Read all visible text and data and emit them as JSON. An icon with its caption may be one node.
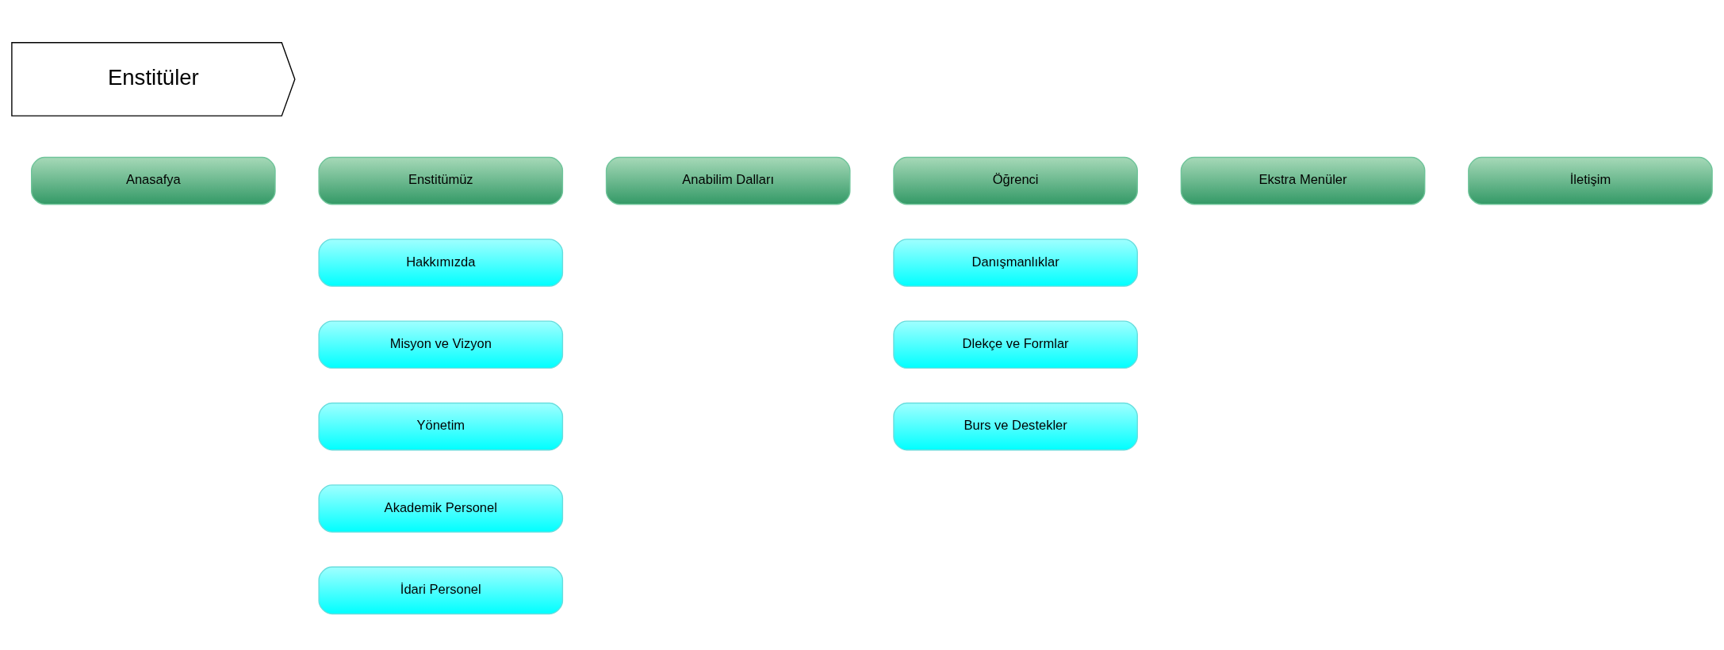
{
  "diagram": {
    "nodes": [
      {
        "text": [
          "Enstitüler"
        ]
      },
      {
        "text": [
          "Anasafya"
        ]
      },
      {
        "text": [
          "Enstitümüz"
        ]
      },
      {
        "text": [
          "Anabilim Dalları"
        ]
      },
      {
        "text": [
          "Öğrenci"
        ]
      },
      {
        "text": [
          "Ekstra Menüler"
        ]
      },
      {
        "text": [
          "İletişim"
        ]
      },
      {
        "text": [
          "Hakkımızda"
        ]
      },
      {
        "text": [
          "Danışmanlıklar"
        ]
      },
      {
        "text": [
          "Misyon ve Vizyon"
        ]
      },
      {
        "text": [
          "Dlekçe ve Formlar"
        ]
      },
      {
        "text": [
          "Yönetim"
        ]
      },
      {
        "text": [
          "Burs ve Destekler"
        ]
      },
      {
        "text": [
          "Akademik Personel"
        ]
      },
      {
        "text": [
          "İdari Personel"
        ]
      }
    ]
  }
}
